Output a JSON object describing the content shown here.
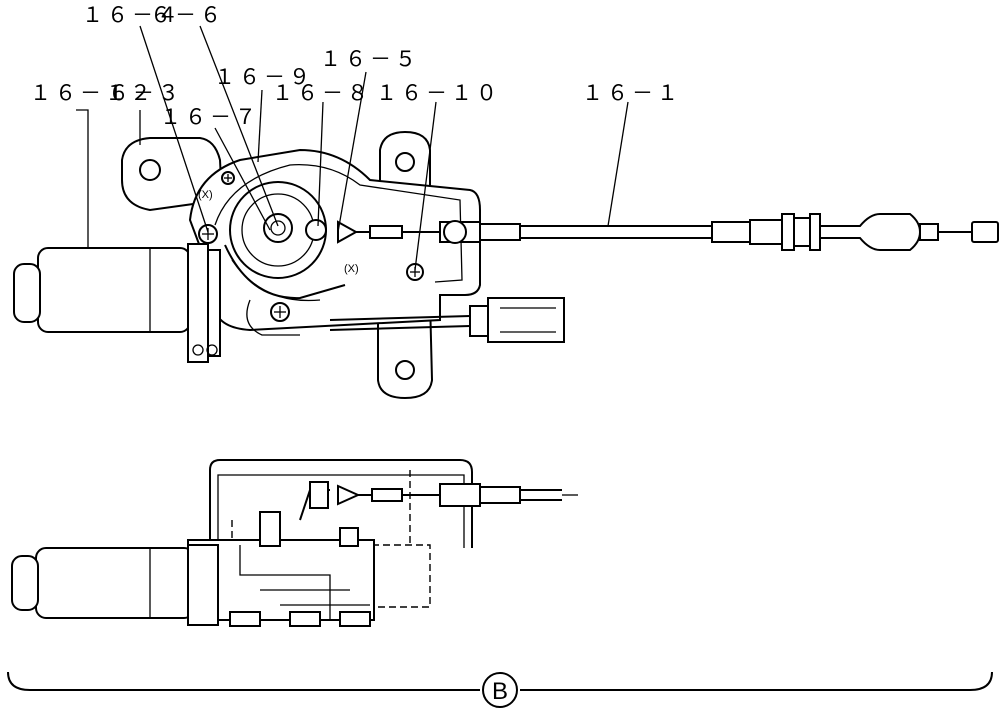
{
  "callouts": {
    "c16_1": "１６－１",
    "c16_3": "６－３",
    "c16_4": "１６－４",
    "c16_5": "１６－５",
    "c16_6": "６－６",
    "c16_7": "１６－７",
    "c16_8": "１６－８",
    "c16_9": "１６－９",
    "c16_10": "１６－１０",
    "c16_12": "１６－１２"
  },
  "view_marker": "B"
}
